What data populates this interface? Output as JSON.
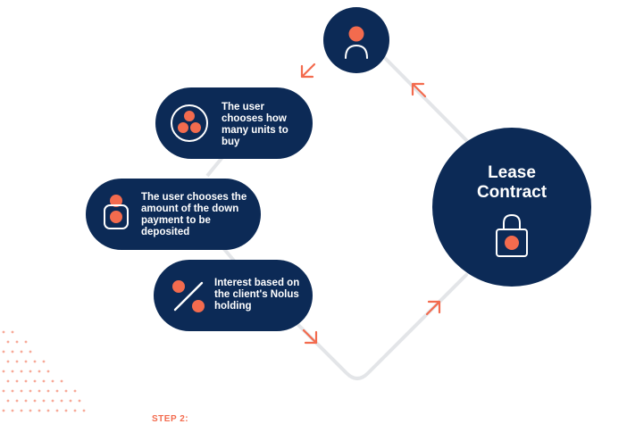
{
  "colors": {
    "navy": "#0c2a56",
    "accent": "#f36b4e",
    "path": "#e3e5e8"
  },
  "steps": [
    {
      "text": "The user chooses how many units to buy",
      "icon": "three-dots-icon"
    },
    {
      "text": "The user chooses the amount of the down payment to be deposited",
      "icon": "deposit-box-icon"
    },
    {
      "text": "Interest based on the client's Nolus holding",
      "icon": "percent-icon"
    }
  ],
  "lease": {
    "title_line1": "Lease",
    "title_line2": "Contract",
    "icon": "lock-icon"
  },
  "user_icon": "user-icon",
  "step_label": "STEP 2:"
}
